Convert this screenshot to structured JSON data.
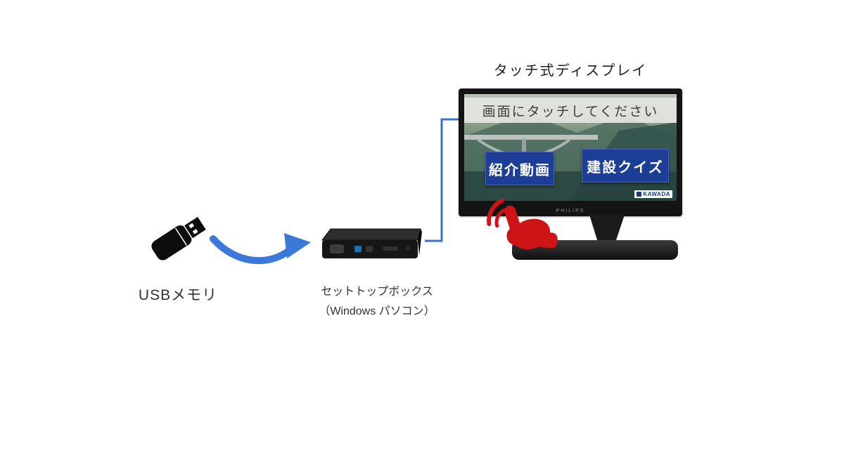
{
  "diagram": {
    "display": {
      "title": "タッチ式ディスプレイ",
      "screen": {
        "prompt": "画面にタッチしてください",
        "button_left": "紹介動画",
        "button_right": "建設クイズ",
        "logo": "KAWADA",
        "brand": "PHILIPS"
      }
    },
    "settop": {
      "label_line1": "セットトップボックス",
      "label_line2": "（Windows パソコン）"
    },
    "usb": {
      "label": "USBメモリ"
    },
    "icons": {
      "usb_stick": "usb-stick-icon",
      "settop_box": "settop-box-icon",
      "touch_hand": "touch-hand-icon",
      "flow_arrow": "arrow-right-icon"
    },
    "colors": {
      "arrow_blue": "#3b78d8",
      "wire_blue": "#3a73c9",
      "button_blue": "#1d3e96",
      "hand_red": "#cf1418",
      "device_black": "#141414"
    }
  }
}
